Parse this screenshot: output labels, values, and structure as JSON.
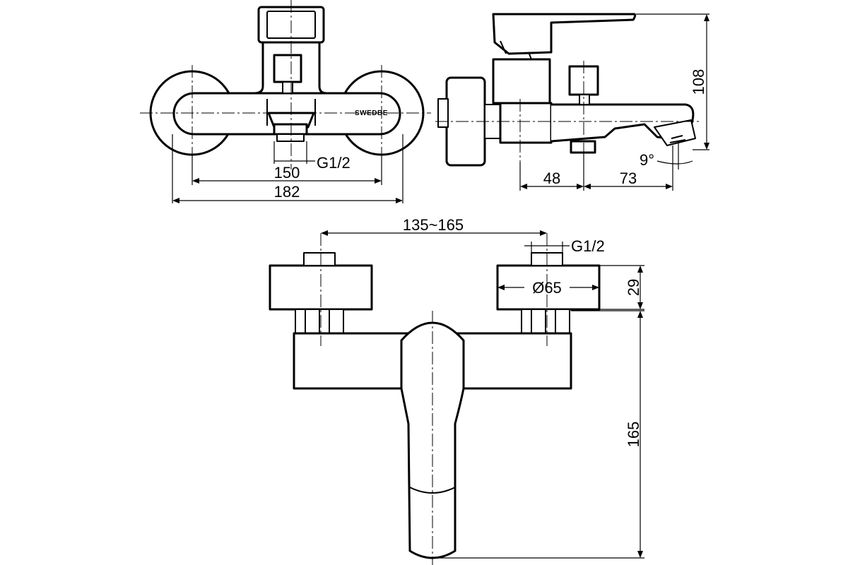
{
  "front_view": {
    "brand": "SWEDBE",
    "dim_thread": "G1/2",
    "dim_center": "150",
    "dim_overall": "182"
  },
  "side_view": {
    "dim_height": "108",
    "dim_spout_angle": "9°",
    "dim_depth_a": "48",
    "dim_depth_b": "73"
  },
  "top_view": {
    "dim_spacing": "135~165",
    "dim_thread": "G1/2",
    "dim_flange_diameter": "Ø65",
    "dim_flange_depth": "29",
    "dim_projection": "165"
  }
}
